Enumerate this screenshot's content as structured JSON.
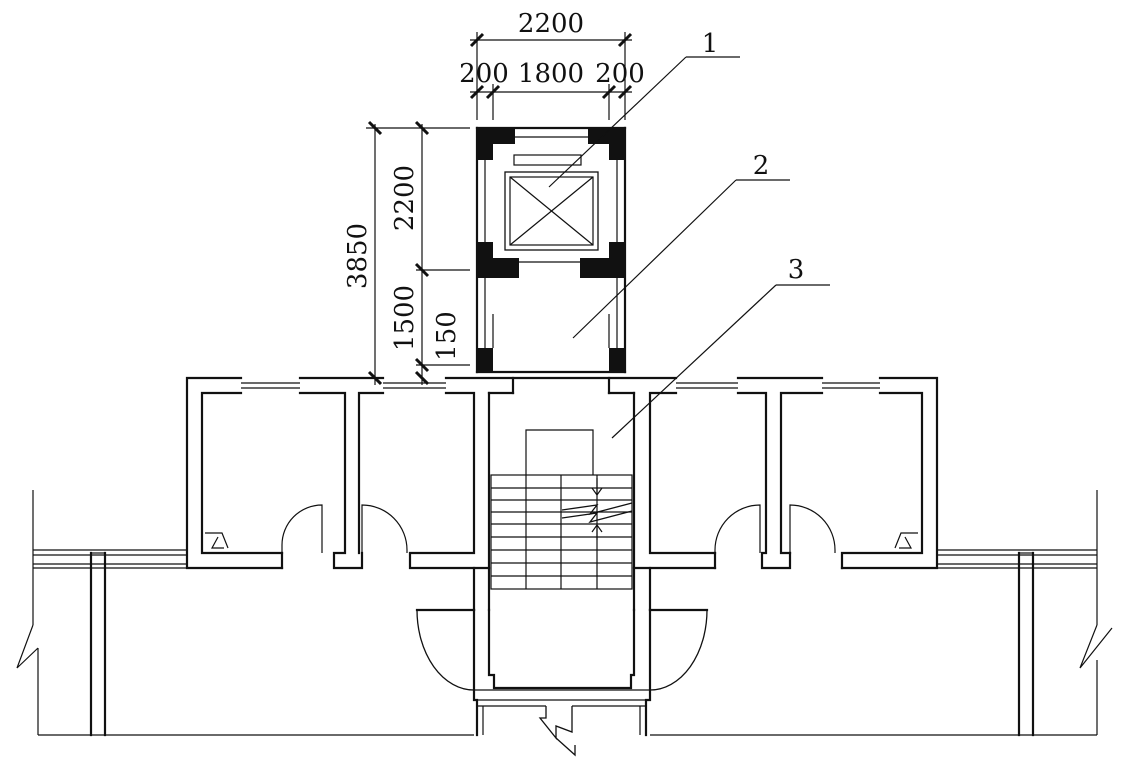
{
  "dimensions": {
    "shaft_total_width": "2200",
    "left_wall": "200",
    "shaft_inner": "1800",
    "right_wall": "200",
    "overall_depth": "3850",
    "shaft_depth": "2200",
    "hall_depth": "1500",
    "ledge": "150"
  },
  "callouts": {
    "elevator": "1",
    "landing": "2",
    "stair": "3"
  },
  "colors": {
    "line": "#111111",
    "background": "#ffffff"
  }
}
